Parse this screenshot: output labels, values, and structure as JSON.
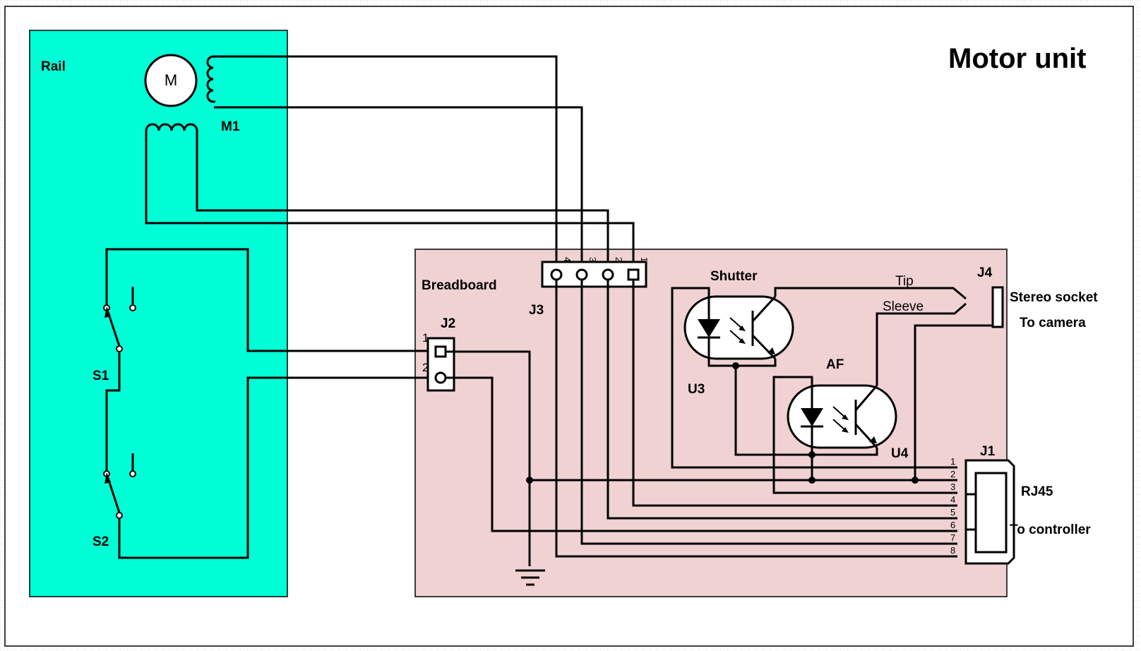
{
  "title": "Motor unit",
  "colors": {
    "rail_fill": "#00ffd6",
    "breadboard_fill": "#f0d2d3",
    "wire": "#000000",
    "grid": "#e4e4e4"
  },
  "rail": {
    "label": "Rail"
  },
  "motor": {
    "symbol": "M",
    "label": "M1"
  },
  "switches": {
    "s1": "S1",
    "s2": "S2"
  },
  "breadboard": {
    "label": "Breadboard"
  },
  "j2": {
    "label": "J2",
    "pins": [
      "1",
      "2"
    ]
  },
  "j3": {
    "label": "J3",
    "pins": [
      "4",
      "3",
      "2",
      "1"
    ]
  },
  "u3": {
    "name": "Shutter",
    "ref": "U3"
  },
  "u4": {
    "name": "AF",
    "ref": "U4"
  },
  "j4": {
    "ref": "J4",
    "tip": "Tip",
    "sleeve": "Sleeve",
    "line1": "Stereo socket",
    "line2": "To camera"
  },
  "j1": {
    "ref": "J1",
    "type": "RJ45",
    "dest": "To controller",
    "pins": [
      "1",
      "2",
      "3",
      "4",
      "5",
      "6",
      "7",
      "8"
    ]
  }
}
